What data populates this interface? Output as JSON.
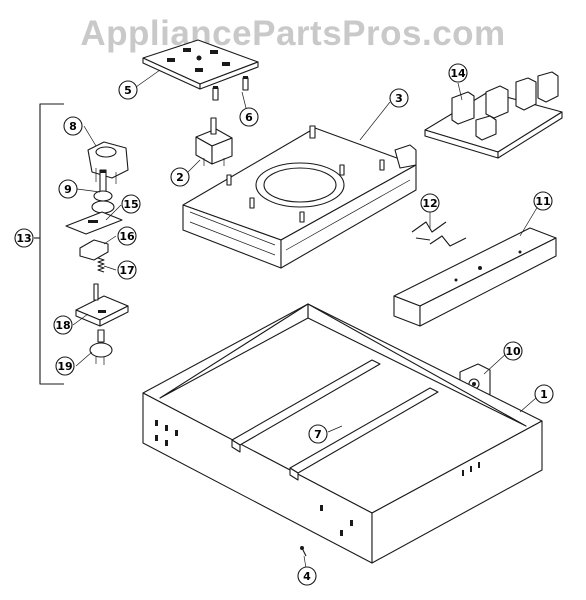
{
  "watermark": "AppliancePartsPros.com",
  "callouts": [
    "1",
    "2",
    "3",
    "4",
    "5",
    "6",
    "7",
    "8",
    "9",
    "10",
    "11",
    "12",
    "13",
    "14",
    "15",
    "16",
    "17",
    "18",
    "19"
  ],
  "part_labels": {
    "n1": "1",
    "n2": "2",
    "n3": "3",
    "n4": "4",
    "n5": "5",
    "n6": "6",
    "n7": "7",
    "n8": "8",
    "n9": "9",
    "n10": "10",
    "n11": "11",
    "n12": "12",
    "n13": "13",
    "n14": "14",
    "n15": "15",
    "n16": "16",
    "n17": "17",
    "n18": "18",
    "n19": "19"
  },
  "colors": {
    "line": "#1a1a1a",
    "watermark": "#c9c9c9",
    "background": "#ffffff"
  }
}
